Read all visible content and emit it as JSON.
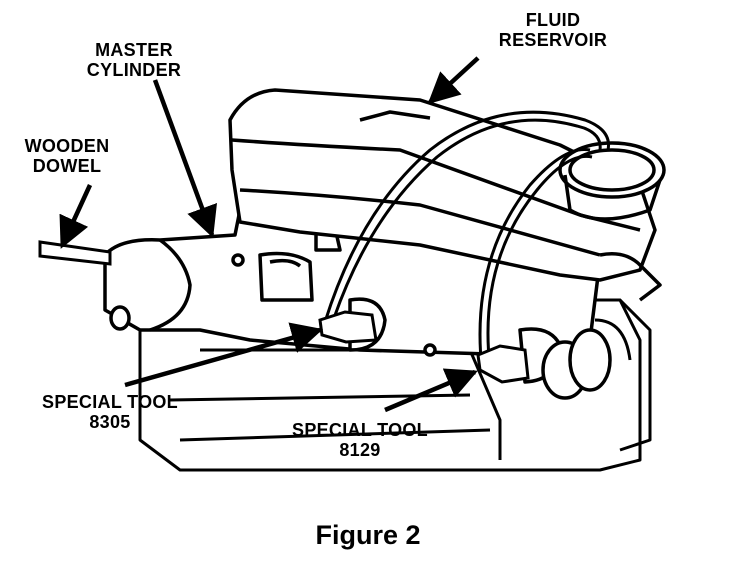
{
  "labels": {
    "fluid_reservoir": [
      "FLUID",
      "RESERVOIR"
    ],
    "master_cylinder": [
      "MASTER",
      "CYLINDER"
    ],
    "wooden_dowel": [
      "WOODEN",
      "DOWEL"
    ],
    "special_tool_8305": [
      "SPECIAL TOOL",
      "8305"
    ],
    "special_tool_8129": [
      "SPECIAL TOOL",
      "8129"
    ]
  },
  "caption": "Figure 2",
  "colors": {
    "ink": "#000000",
    "paper": "#ffffff"
  }
}
